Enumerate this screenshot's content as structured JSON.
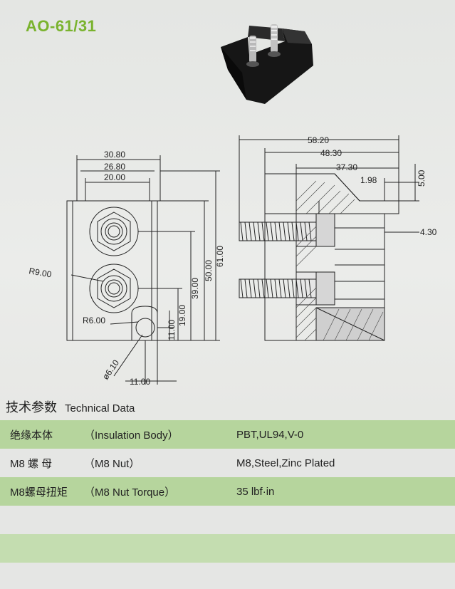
{
  "title": "AO-61/31",
  "dimensions": {
    "front": [
      "30.80",
      "26.80",
      "20.00",
      "61.00",
      "50.00",
      "39.00",
      "19.00",
      "11.00",
      "11.00",
      "R9.00",
      "R6.00",
      "ø6.10"
    ],
    "side": [
      "58.20",
      "48.30",
      "37.30",
      "1.98",
      "5.00",
      "4.30"
    ]
  },
  "section": {
    "title_cn": "技术参数",
    "title_en": "Technical Data"
  },
  "table": [
    {
      "name_cn": "绝缘本体",
      "name_en": "（Insulation Body）",
      "value": "PBT,UL94,V-0"
    },
    {
      "name_cn": "M8  螺  母",
      "name_en": "（M8 Nut）",
      "value": "M8,Steel,Zinc Plated"
    },
    {
      "name_cn": "M8螺母扭矩",
      "name_en": "（M8 Nut Torque）",
      "value": "35 lbf·in"
    }
  ],
  "colors": {
    "title": "#7ab32e",
    "row_green": "#b6d59d",
    "row_light": "#e5e6e4"
  }
}
